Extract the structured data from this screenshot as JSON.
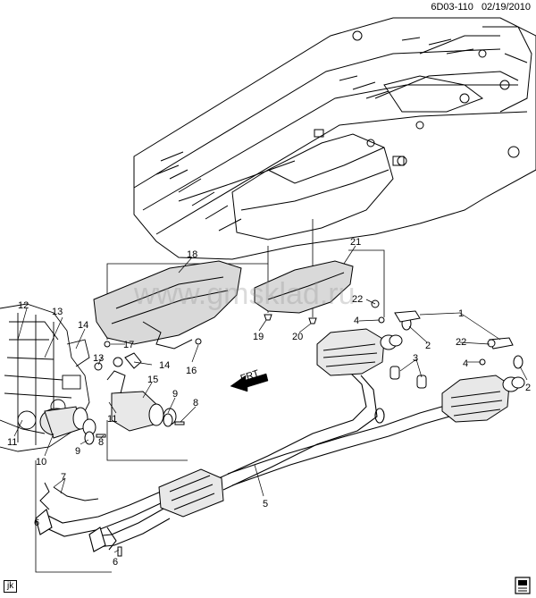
{
  "header": {
    "diagram_code": "6D03-110",
    "date": "02/19/2010"
  },
  "watermark": "www.gmsklad.ru",
  "corner_label": "jk",
  "front_arrow_text": "FRT",
  "callouts": [
    "1",
    "2",
    "3",
    "4",
    "5",
    "6",
    "7",
    "8",
    "9",
    "10",
    "11",
    "12",
    "13",
    "14",
    "15",
    "16",
    "17",
    "18",
    "19",
    "20",
    "21",
    "22"
  ],
  "icons": {
    "front_arrow": "front-direction-arrow",
    "reference_book": "reference-book-icon"
  },
  "colors": {
    "line": "#000000",
    "background": "#ffffff",
    "shield_fill": "#d9d9d9",
    "watermark": "#9a9a9a"
  }
}
